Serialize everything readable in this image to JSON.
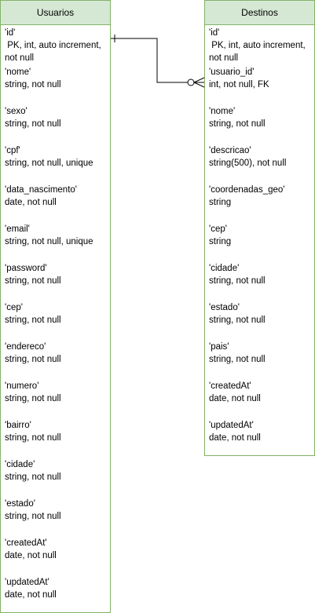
{
  "usuarios": {
    "title": "Usuarios",
    "fields": [
      {
        "name": "'id'",
        "type": " PK, int, auto increment, not null"
      },
      {
        "name": "'nome'",
        "type": "string, not null"
      },
      {
        "name": "'sexo'",
        "type": "string, not null"
      },
      {
        "name": "'cpf'",
        "type": "string, not null, unique"
      },
      {
        "name": "'data_nascimento'",
        "type": "date, not null"
      },
      {
        "name": "'email'",
        "type": "string, not null, unique"
      },
      {
        "name": "'password'",
        "type": "string, not null"
      },
      {
        "name": "'cep'",
        "type": "string, not null"
      },
      {
        "name": "'endereco'",
        "type": "string, not null"
      },
      {
        "name": "'numero'",
        "type": "string, not null"
      },
      {
        "name": "'bairro'",
        "type": "string, not null"
      },
      {
        "name": "'cidade'",
        "type": "string, not null"
      },
      {
        "name": "'estado'",
        "type": "string, not null"
      },
      {
        "name": "'createdAt'",
        "type": "date, not null"
      },
      {
        "name": "'updatedAt'",
        "type": "date, not null"
      }
    ]
  },
  "destinos": {
    "title": "Destinos",
    "fields": [
      {
        "name": "'id'",
        "type": " PK, int, auto increment, not null"
      },
      {
        "name": "'usuario_id'",
        "type": "int, not null, FK"
      },
      {
        "name": "'nome'",
        "type": "string, not null"
      },
      {
        "name": "'descricao'",
        "type": "string(500), not null"
      },
      {
        "name": "'coordenadas_geo'",
        "type": "string"
      },
      {
        "name": "'cep'",
        "type": "string"
      },
      {
        "name": "'cidade'",
        "type": "string, not null"
      },
      {
        "name": "'estado'",
        "type": "string, not null"
      },
      {
        "name": "'pais'",
        "type": "string, not null"
      },
      {
        "name": "'createdAt'",
        "type": "date, not null"
      },
      {
        "name": "'updatedAt'",
        "type": "date, not null"
      }
    ]
  },
  "colors": {
    "header_fill": "#d5e8d4",
    "border": "#82b366",
    "connector": "#000000"
  },
  "relationship": {
    "from_end": "one",
    "to_end": "zero-or-many"
  }
}
